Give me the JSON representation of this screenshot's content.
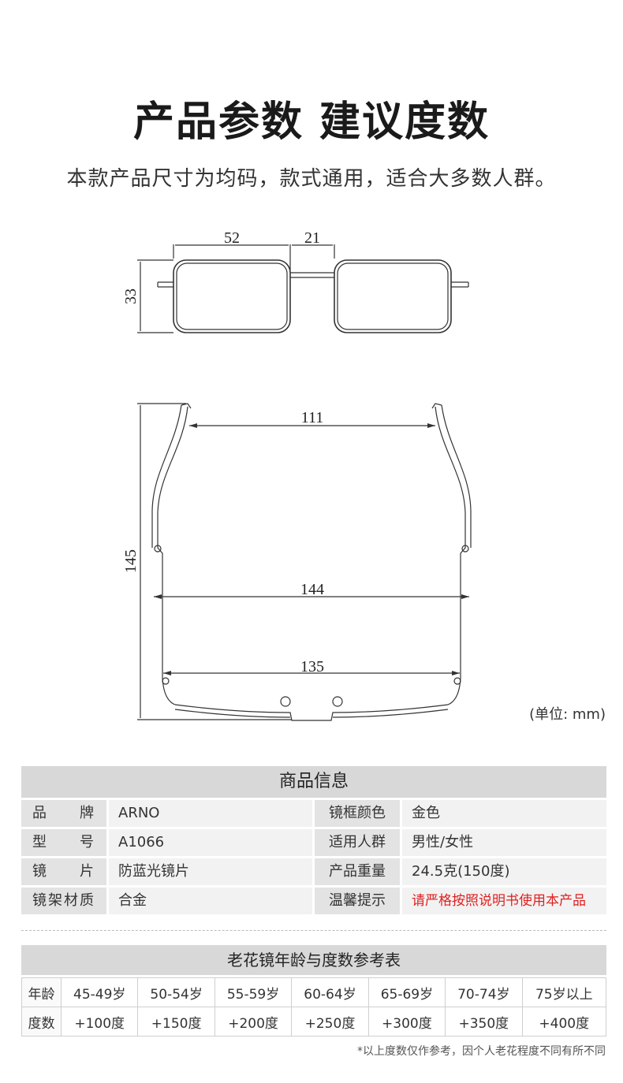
{
  "header": {
    "title": "产品参数 建议度数",
    "subtitle": "本款产品尺寸为均码，款式通用，适合大多数人群。"
  },
  "dimensions": {
    "lens_width": "52",
    "bridge_width": "21",
    "lens_height": "33",
    "temple_inner_width": "111",
    "temple_length": "145",
    "frame_total_width": "144",
    "front_width": "135",
    "unit_label": "(单位: mm)"
  },
  "product_info": {
    "heading": "商品信息",
    "rows": [
      {
        "k1": "品牌",
        "v1": "ARNO",
        "k2": "镜框颜色",
        "v2": "金色"
      },
      {
        "k1": "型号",
        "v1": "A1066",
        "k2": "适用人群",
        "v2": "男性/女性"
      },
      {
        "k1": "镜片",
        "v1": "防蓝光镜片",
        "k2": "产品重量",
        "v2": "24.5克(150度)"
      },
      {
        "k1": "镜架材质",
        "v1": "合金",
        "k2": "温馨提示",
        "v2": "请严格按照说明书使用本产品"
      }
    ]
  },
  "age_chart": {
    "heading": "老花镜年龄与度数参考表",
    "age_label": "年龄",
    "power_label": "度数",
    "ages": [
      "45-49岁",
      "50-54岁",
      "55-59岁",
      "60-64岁",
      "65-69岁",
      "70-74岁",
      "75岁以上"
    ],
    "powers": [
      "+100度",
      "+150度",
      "+200度",
      "+250度",
      "+300度",
      "+350度",
      "+400度"
    ],
    "note": "*以上度数仅作参考，因个人老花程度不同有所不同"
  },
  "colors": {
    "warning": "#e02020",
    "header_bg": "#d8d8d8"
  }
}
